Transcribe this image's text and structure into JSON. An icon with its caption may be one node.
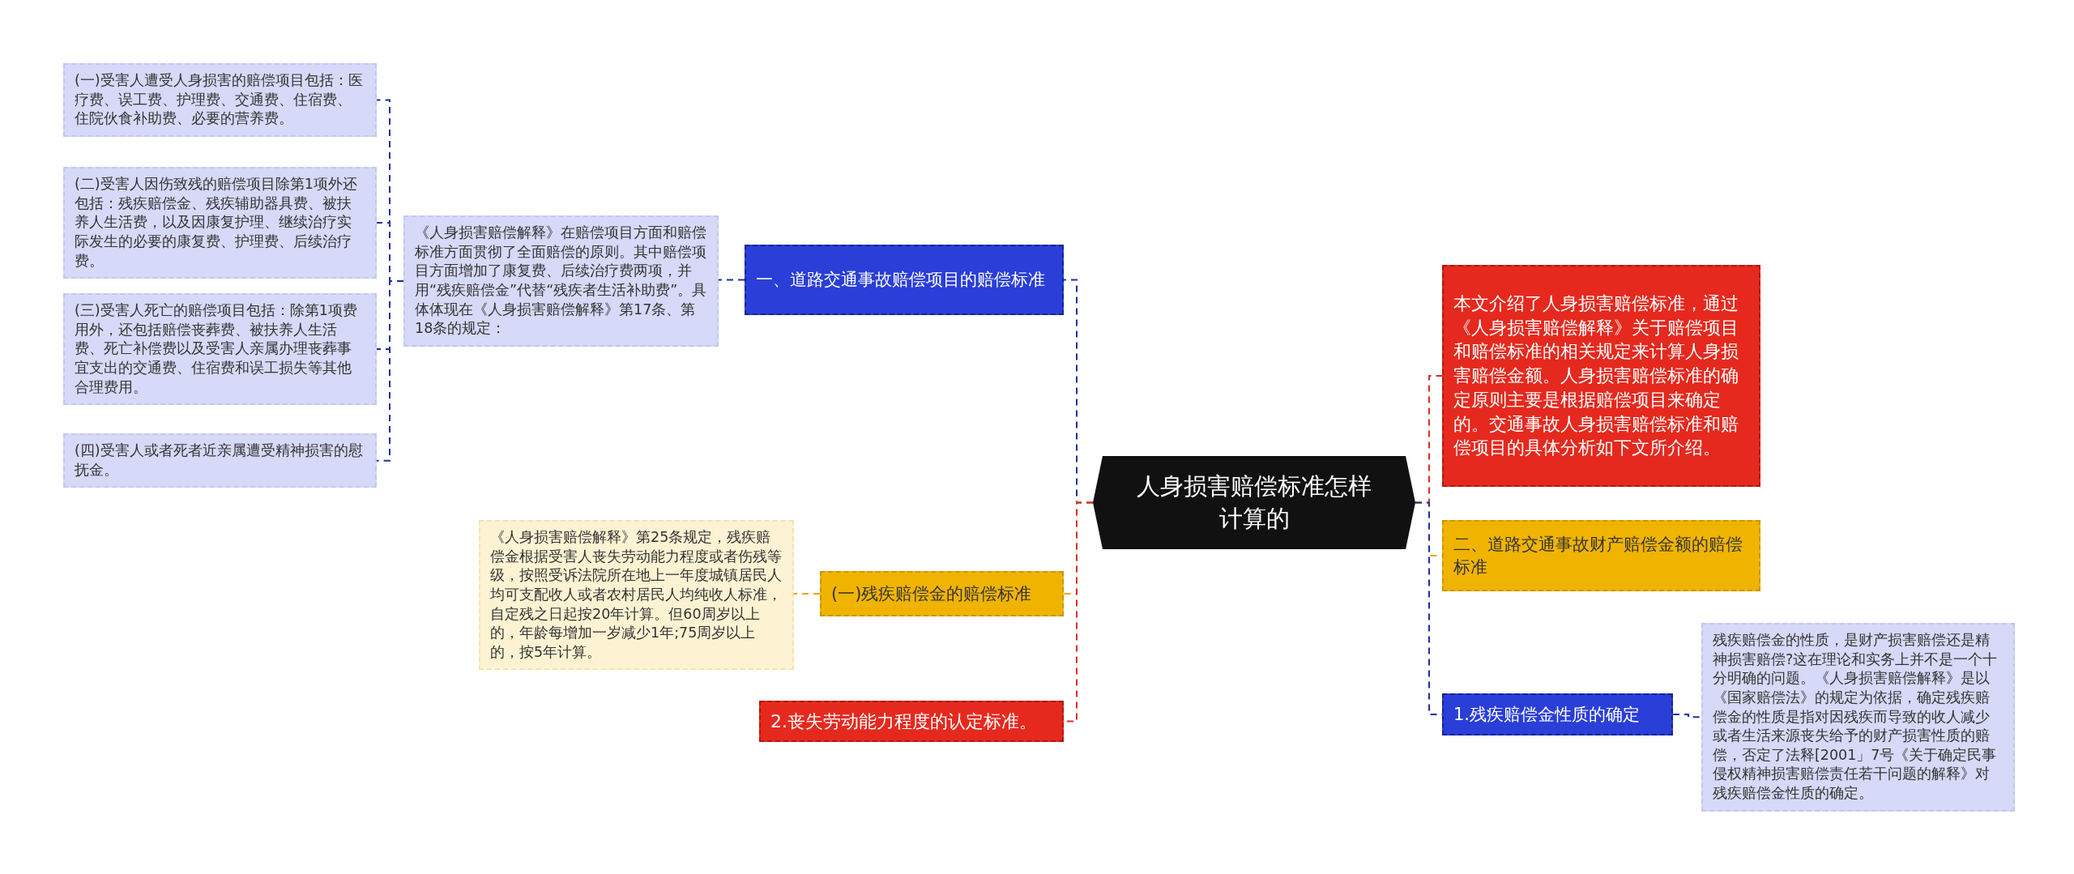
{
  "diagram": {
    "nodes": [
      {
        "text": [
          "人身损害赔偿标准怎样计算的"
        ]
      },
      {
        "text": [
          "一、道路交通事故赔偿项目的赔偿标准"
        ]
      },
      {
        "text": [
          "《人身损害赔偿解释》在赔偿项目方面和赔偿标准方面贯彻了全面赔偿的原则。其中赔偿项目方面增加了康复费、后续治疗费两项，并用“残疾赔偿金”代替“残疾者生活补助费”。具体体现在《人身损害赔偿解释》第17条、第18条的规定："
        ]
      },
      {
        "text": [
          "(一)受害人遭受人身损害的赔偿项目包括：医疗费、误工费、护理费、交通费、住宿费、住院伙食补助费、必要的营养费。"
        ]
      },
      {
        "text": [
          "(二)受害人因伤致残的赔偿项目除第1项外还包括：残疾赔偿金、残疾辅助器具费、被扶养人生活费，以及因康复护理、继续治疗实际发生的必要的康复费、护理费、后续治疗费。"
        ]
      },
      {
        "text": [
          "(三)受害人死亡的赔偿项目包括：除第1项费用外，还包括赔偿丧葬费、被扶养人生活费、死亡补偿费以及受害人亲属办理丧葬事宜支出的交通费、住宿费和误工损失等其他合理费用。"
        ]
      },
      {
        "text": [
          "(四)受害人或者死者近亲属遭受精神损害的慰抚金。"
        ]
      },
      {
        "text": [
          "(一)残疾赔偿金的赔偿标准"
        ]
      },
      {
        "text": [
          "《人身损害赔偿解释》第25条规定，残疾赔偿金根据受害人丧失劳动能力程度或者伤残等级，按照受诉法院所在地上一年度城镇居民人均可支配收人或者农村居民人均纯收人标准，自定残之日起按20年计算。但60周岁以上的，年龄每增加一岁减少1年;75周岁以上的，按5年计算。"
        ]
      },
      {
        "text": [
          "2.丧失劳动能力程度的认定标准。"
        ]
      },
      {
        "text": [
          "本文介绍了人身损害赔偿标准，通过《人身损害赔偿解释》关于赔偿项目和赔偿标准的相关规定来计算人身损害赔偿金额。人身损害赔偿标准的确定原则主要是根据赔偿项目来确定的。交通事故人身损害赔偿标准和赔偿项目的具体分析如下文所介绍。"
        ]
      },
      {
        "text": [
          "二、道路交通事故财产赔偿金额的赔偿标准"
        ]
      },
      {
        "text": [
          "1.残疾赔偿金性质的确定"
        ]
      },
      {
        "text": [
          "残疾赔偿金的性质，是财产损害赔偿还是精神损害赔偿?这在理论和实务上并不是一个十分明确的问题。《人身损害赔偿解释》是以《国家赔偿法》的规定为依据，确定残疾赔偿金的性质是指对因残疾而导致的收人减少或者生活来源丧失给予的财产损害性质的赔偿，否定了法释[2001」7号《关于确定民事侵权精神损害赔偿责任若干问题的解释》对残疾赔偿金性质的确定。"
        ]
      }
    ],
    "edges": [
      {
        "from": 0,
        "to": 1,
        "arrow": "none"
      },
      {
        "from": 1,
        "to": 2,
        "arrow": "none"
      },
      {
        "from": 2,
        "to": 3,
        "arrow": "none"
      },
      {
        "from": 2,
        "to": 4,
        "arrow": "none"
      },
      {
        "from": 2,
        "to": 5,
        "arrow": "none"
      },
      {
        "from": 2,
        "to": 6,
        "arrow": "none"
      },
      {
        "from": 0,
        "to": 7,
        "arrow": "none",
        "color": "#e6a800"
      },
      {
        "from": 7,
        "to": 8,
        "arrow": "none",
        "color": "#e6a800"
      },
      {
        "from": 0,
        "to": 9,
        "arrow": "none",
        "color": "#d63027"
      },
      {
        "from": 0,
        "to": 10,
        "arrow": "none",
        "color": "#d63027"
      },
      {
        "from": 0,
        "to": 11,
        "arrow": "none",
        "color": "#e6a800"
      },
      {
        "from": 0,
        "to": 12,
        "arrow": "none"
      },
      {
        "from": 12,
        "to": 13,
        "arrow": "none"
      }
    ]
  }
}
